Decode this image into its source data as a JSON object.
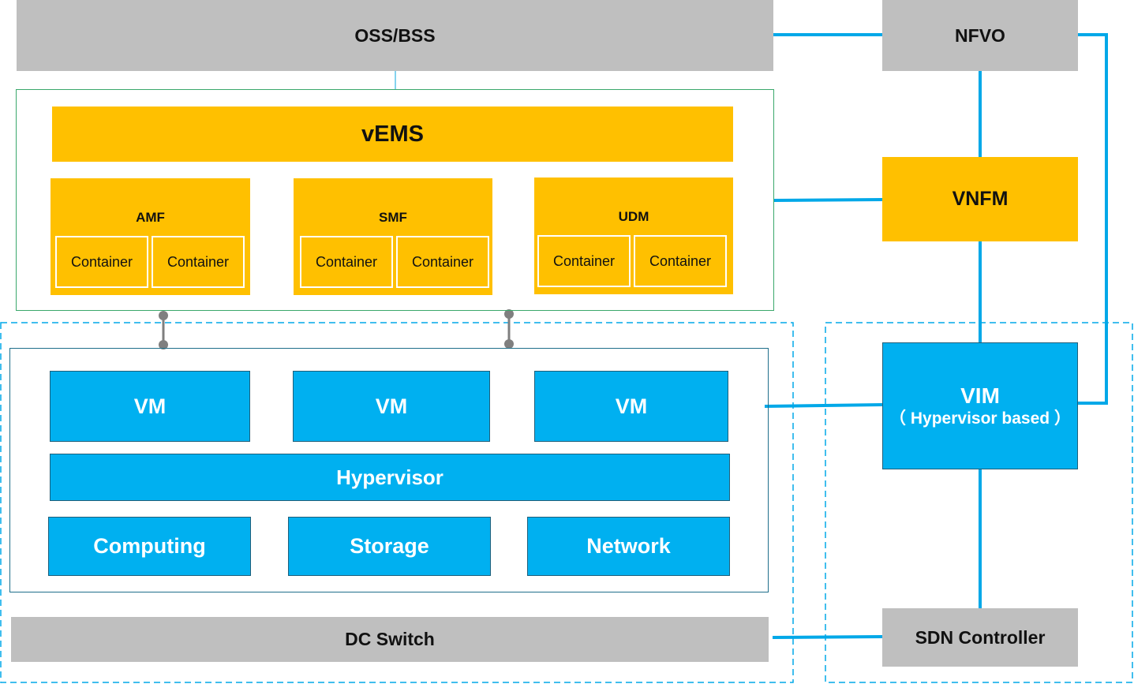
{
  "oss_bss": "OSS/BSS",
  "nfvo": "NFVO",
  "vnfm": "VNFM",
  "vim": {
    "title": "VIM",
    "subtitle": "（ Hypervisor based ）"
  },
  "sdn_controller": "SDN Controller",
  "vems": "vEMS",
  "network_functions": [
    {
      "name": "AMF",
      "containers": [
        "Container",
        "Container"
      ]
    },
    {
      "name": "SMF",
      "containers": [
        "Container",
        "Container"
      ]
    },
    {
      "name": "UDM",
      "containers": [
        "Container",
        "Container"
      ]
    }
  ],
  "vms": [
    "VM",
    "VM",
    "VM"
  ],
  "hypervisor": "Hypervisor",
  "resources": [
    "Computing",
    "Storage",
    "Network"
  ],
  "dc_switch": "DC Switch",
  "colors": {
    "gray": "#bfbfbf",
    "gold": "#ffc000",
    "blue": "#00b0f0",
    "green_frame": "#3aa86b",
    "teal_frame": "#1f6f8b",
    "link": "#00a8e8",
    "connector": "#7f7f7f"
  }
}
